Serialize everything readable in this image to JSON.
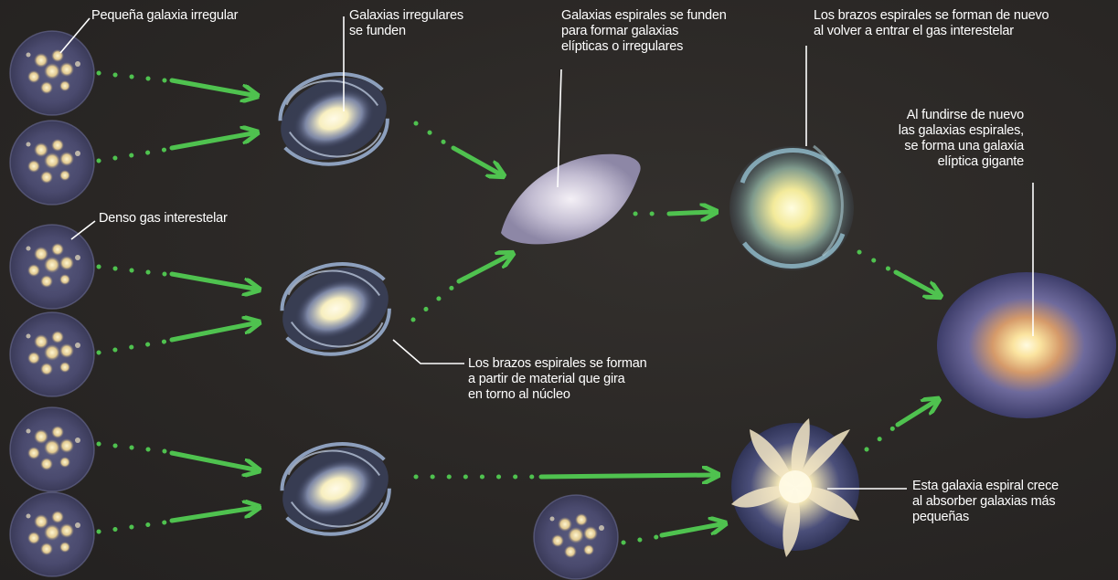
{
  "labels": {
    "small_irregular": "Pequeña galaxia irregular",
    "irregulars_merge": "Galaxias irregulares\nse funden",
    "spirals_merge": "Galaxias espirales se funden\npara formar galaxias\nelípticas o irregulares",
    "arms_reform": "Los brazos espirales se forman de nuevo\nal volver a entrar el gas interestelar",
    "giant_elliptical": "Al fundirse de nuevo\nlas galaxias espirales,\nse forma una galaxia\nelíptica gigante",
    "dense_gas": "Denso gas interestelar",
    "arms_form": "Los brazos espirales se forman\na partir de material que gira\nen torno al núcleo",
    "spiral_grows": "Esta galaxia espiral crece\nal absorber galaxias más\npequeñas"
  },
  "colors": {
    "arrow": "#4fc24f",
    "background": "#2b2826",
    "irregular_galaxy": "#4a4a6e",
    "text": "#ffffff"
  },
  "icons": {
    "irregular": "irregular-galaxy-icon",
    "spiral": "spiral-galaxy-icon",
    "irregular_merged": "irregular-merged-galaxy-icon",
    "spiral_reformed": "spiral-reformed-galaxy-icon",
    "giant_elliptical": "giant-elliptical-galaxy-icon",
    "pinwheel_spiral": "pinwheel-spiral-galaxy-icon",
    "arrow": "arrow-icon"
  }
}
